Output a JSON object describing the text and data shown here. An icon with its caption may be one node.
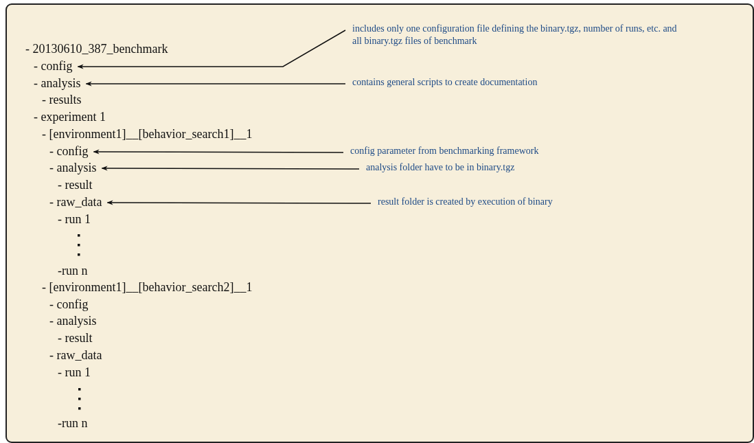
{
  "diagram": {
    "nodes": [
      {
        "text": [
          "- config"
        ]
      },
      {
        "text": [
          "includes only one configuration file defining the binary.tgz, number of runs, etc. and all binary.tgz files of benchmark"
        ]
      },
      {
        "text": [
          "- analysis"
        ]
      },
      {
        "text": [
          "contains general scripts to create documentation"
        ]
      },
      {
        "text": [
          "- config"
        ]
      },
      {
        "text": [
          "config parameter from benchmarking framework"
        ]
      },
      {
        "text": [
          "- analysis"
        ]
      },
      {
        "text": [
          "analysis folder have to be in binary.tgz"
        ]
      },
      {
        "text": [
          "- raw_data"
        ]
      },
      {
        "text": [
          "result folder is created by execution of binary"
        ]
      }
    ],
    "edges": [
      {
        "from": 1,
        "to": 0,
        "arrow": "to"
      },
      {
        "from": 3,
        "to": 2,
        "arrow": "to"
      },
      {
        "from": 5,
        "to": 4,
        "arrow": "to"
      },
      {
        "from": 7,
        "to": 6,
        "arrow": "to"
      },
      {
        "from": 9,
        "to": 8,
        "arrow": "to"
      }
    ],
    "labels": [
      "- 20130610_387_benchmark",
      "- results",
      "- experiment 1",
      "- [environment1]__[behavior_search1]__1",
      "- result",
      "- run 1",
      "-run n",
      "- [environment1]__[behavior_search2]__1",
      "- config",
      "- analysis",
      "- result",
      "- raw_data",
      "- run 1",
      "-run n"
    ]
  }
}
